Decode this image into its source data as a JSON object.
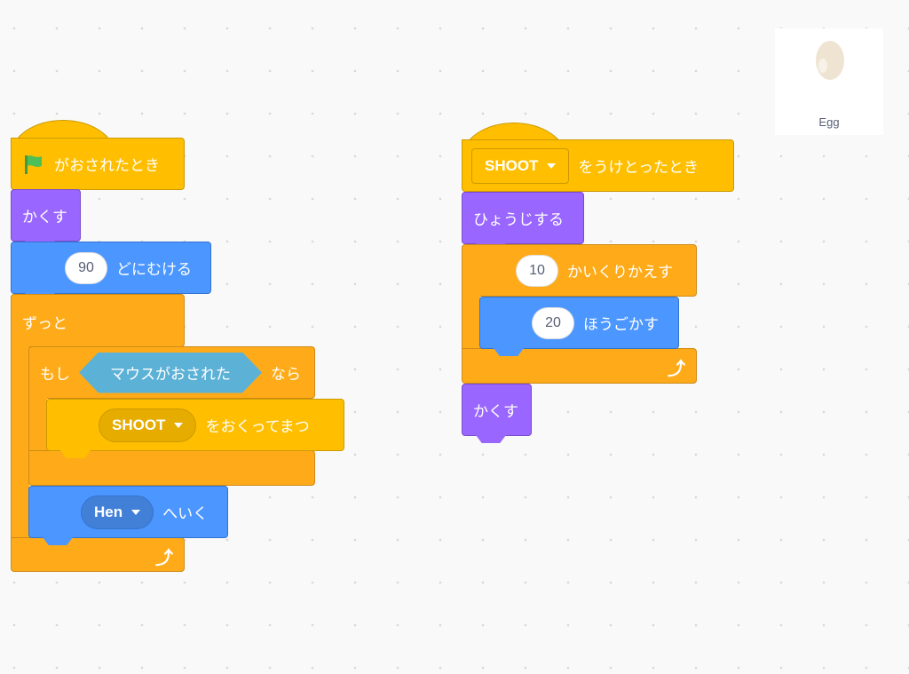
{
  "sprite": {
    "name": "Egg"
  },
  "script1": {
    "hat_label": "がおされたとき",
    "hide_label": "かくす",
    "direction_value": "90",
    "direction_label": "どにむける",
    "forever_label": "ずっと",
    "if_label": "もし",
    "condition_label": "マウスがおされた",
    "then_label": "なら",
    "broadcast_value": "SHOOT",
    "broadcast_label": "をおくってまつ",
    "goto_value": "Hen",
    "goto_label": "へいく"
  },
  "script2": {
    "hat_value": "SHOOT",
    "hat_label": "をうけとったとき",
    "show_label": "ひょうじする",
    "repeat_value": "10",
    "repeat_label": "かいくりかえす",
    "move_value": "20",
    "move_label": "ほうごかす",
    "hide_label": "かくす"
  },
  "colors": {
    "events": "#FFBF00",
    "looks": "#9966FF",
    "motion": "#4C97FF",
    "control": "#FFAB19",
    "sensing": "#5CB1D6"
  }
}
